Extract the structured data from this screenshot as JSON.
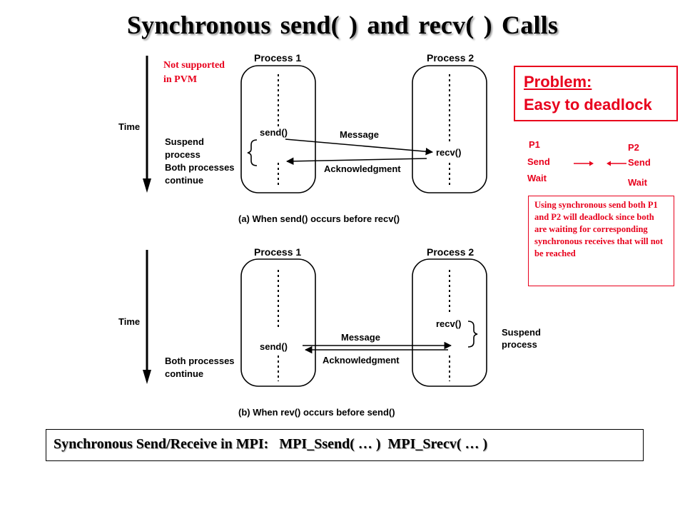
{
  "title": "Synchronous   send( ) and recv( ) Calls",
  "note": {
    "line1": "Not supported",
    "line2": "in PVM"
  },
  "problem": {
    "heading": "Problem:",
    "text": "Easy to deadlock"
  },
  "deadlock": {
    "p1": {
      "name": "P1",
      "action": "Send",
      "state": "Wait"
    },
    "p2": {
      "name": "P2",
      "action": "Send",
      "state": "Wait"
    },
    "explanation": "Using synchronous send both P1 and P2 will deadlock since both are waiting for corresponding synchronous receives that will not be reached"
  },
  "diagram_a": {
    "process1": "Process 1",
    "process2": "Process 2",
    "time": "Time",
    "suspend_line1": "Suspend",
    "suspend_line2": "process",
    "both_line1": "Both processes",
    "both_line2": "continue",
    "send": "send()",
    "recv": "recv()",
    "message": "Message",
    "ack": "Acknowledgment",
    "caption": "(a) When send() occurs before recv()"
  },
  "diagram_b": {
    "process1": "Process 1",
    "process2": "Process 2",
    "time": "Time",
    "suspend_line1": "Suspend",
    "suspend_line2": "process",
    "both_line1": "Both processes",
    "both_line2": "continue",
    "send": "send()",
    "recv": "recv()",
    "message": "Message",
    "ack": "Acknowledgment",
    "caption": "(b) When rev() occurs before send()"
  },
  "mpi": "Synchronous Send/Receive in MPI:   MPI_Ssend( … )  MPI_Srecv( … )",
  "colors": {
    "accent": "#e8001c",
    "text": "#000000"
  }
}
